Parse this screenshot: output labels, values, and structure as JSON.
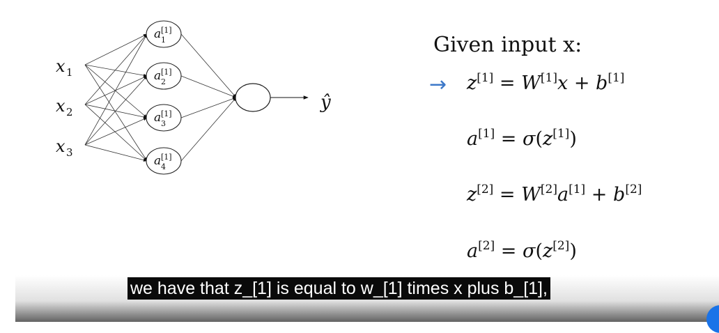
{
  "network": {
    "inputs": [
      {
        "name": "x",
        "sub": "1"
      },
      {
        "name": "x",
        "sub": "2"
      },
      {
        "name": "x",
        "sub": "3"
      }
    ],
    "hidden": [
      {
        "name": "a",
        "sup": "[1]",
        "sub": "1"
      },
      {
        "name": "a",
        "sup": "[1]",
        "sub": "2"
      },
      {
        "name": "a",
        "sup": "[1]",
        "sub": "3"
      },
      {
        "name": "a",
        "sup": "[1]",
        "sub": "4"
      }
    ],
    "output_label": "ŷ"
  },
  "equations": {
    "title": "Given input x:",
    "arrow": "→",
    "eq1": {
      "z": "z",
      "z_sup": "[1]",
      "eqs": "=",
      "W": "W",
      "W_sup": "[1]",
      "x": "x",
      "plus": "+",
      "b": "b",
      "b_sup": "[1]"
    },
    "eq2": {
      "a": "a",
      "a_sup": "[1]",
      "eqs": "=",
      "sigma": "σ",
      "open": "(",
      "z": "z",
      "z_sup": "[1]",
      "close": ")"
    },
    "eq3": {
      "z": "z",
      "z_sup": "[2]",
      "eqs": "=",
      "W": "W",
      "W_sup": "[2]",
      "a": "a",
      "a_sup": "[1]",
      "plus": "+",
      "b": "b",
      "b_sup": "[2]"
    },
    "eq4": {
      "a": "a",
      "a_sup": "[2]",
      "eqs": "=",
      "sigma": "σ",
      "open": "(",
      "z": "z",
      "z_sup": "[2]",
      "close": ")"
    }
  },
  "caption": "we have that z_[1] is equal to w_[1] times x plus b_[1],",
  "colors": {
    "arrow": "#3c78c8",
    "caption_bg": "#0a0a0a",
    "badge": "#1a73e8"
  }
}
